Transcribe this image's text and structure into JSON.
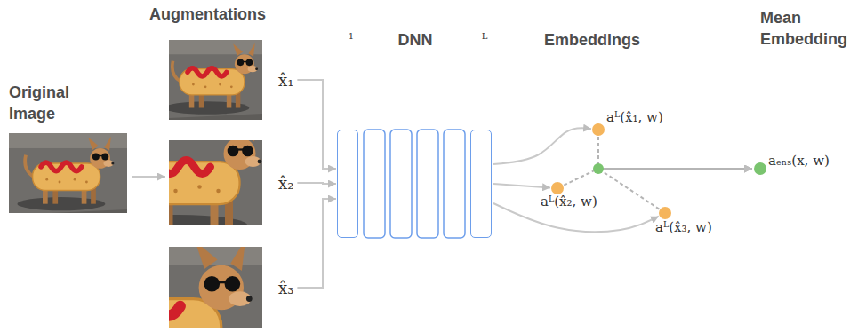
{
  "diagram": {
    "nodes": [
      {
        "text": [
          "Original Image"
        ]
      },
      {
        "text": [
          "x̂₁"
        ]
      },
      {
        "text": [
          "x̂₂"
        ]
      },
      {
        "text": [
          "x̂₃"
        ]
      },
      {
        "text": [
          "DNN"
        ]
      },
      {
        "text": [
          "1"
        ],
        "in": 4
      },
      {
        "text": [
          "L"
        ],
        "in": 4
      },
      {
        "text": [
          "aᴸ(x̂₁, w)"
        ]
      },
      {
        "text": [
          "aᴸ(x̂₂, w)"
        ]
      },
      {
        "text": [
          "aᴸ(x̂₃, w)"
        ]
      },
      {
        "text": [
          "aₑₙₛ(x, w)"
        ]
      }
    ],
    "edges": [
      {
        "from": 0,
        "to": 2,
        "arrow": "to"
      },
      {
        "from": 1,
        "to": 5,
        "arrow": "to"
      },
      {
        "from": 2,
        "to": 5,
        "arrow": "to"
      },
      {
        "from": 3,
        "to": 5,
        "arrow": "to"
      },
      {
        "from": 6,
        "to": 7,
        "arrow": "to"
      },
      {
        "from": 6,
        "to": 8,
        "arrow": "to"
      },
      {
        "from": 6,
        "to": 9,
        "arrow": "to"
      },
      {
        "from": 7,
        "to": 10,
        "arrow": "to"
      },
      {
        "from": 8,
        "to": 10,
        "arrow": "to"
      },
      {
        "from": 9,
        "to": 10,
        "arrow": "to"
      }
    ],
    "labels": [
      "Augmentations",
      "Embeddings",
      "Mean Embedding"
    ]
  }
}
